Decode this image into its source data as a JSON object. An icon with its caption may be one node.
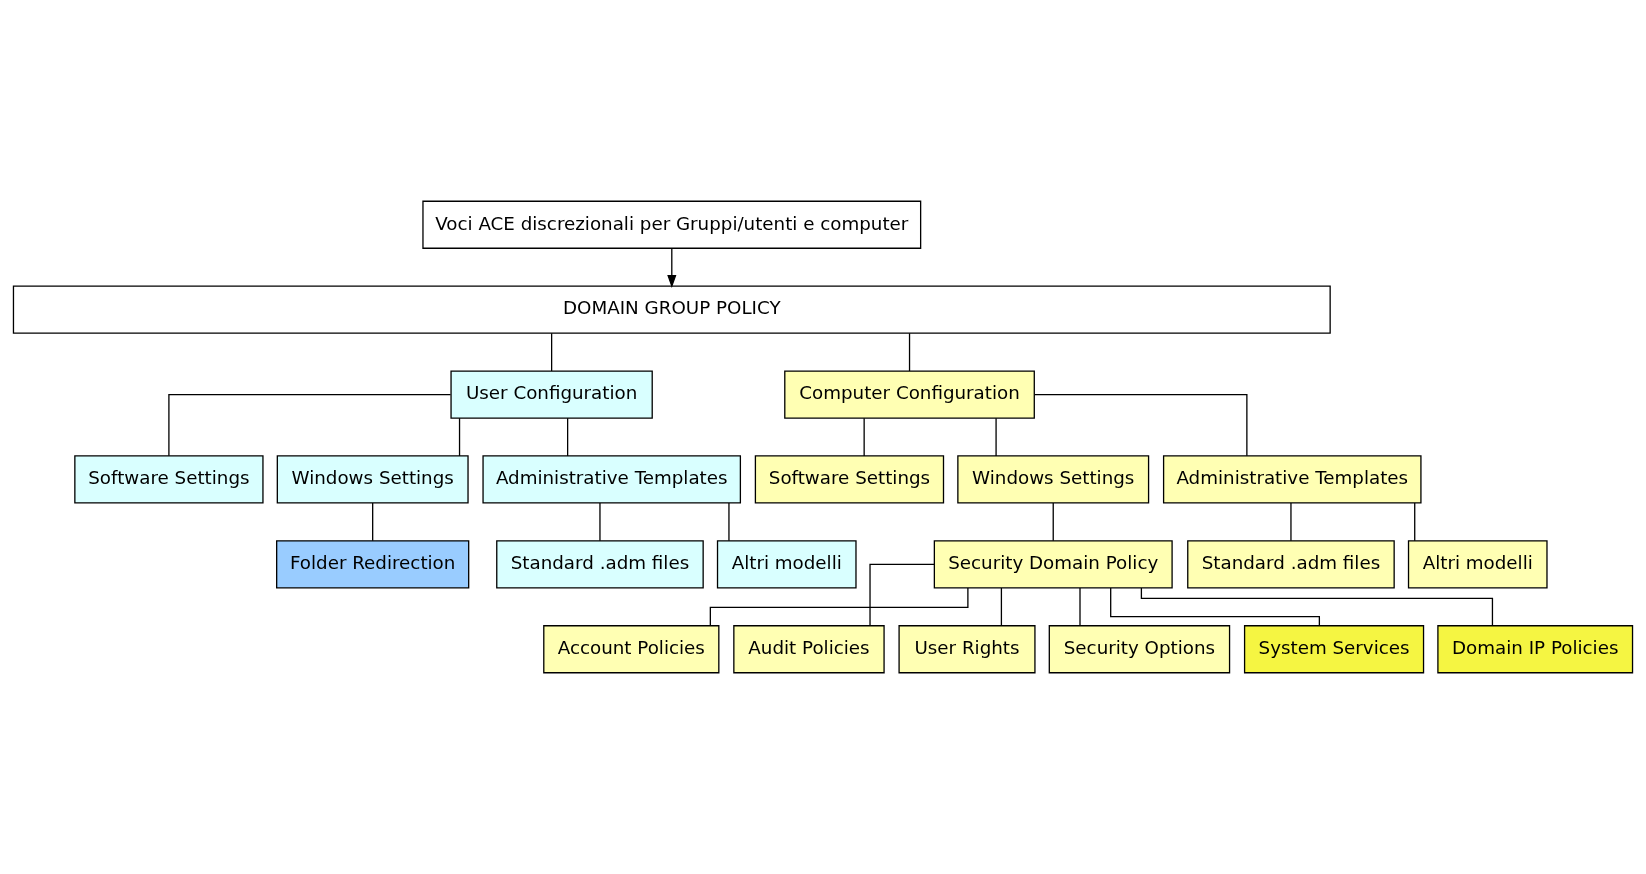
{
  "diagram": {
    "nodes": [
      {
        "text": [
          "Voci ACE discrezionali per Gruppi/utenti e computer"
        ]
      },
      {
        "text": [
          "DOMAIN GROUP POLICY"
        ]
      },
      {
        "text": [
          "User Configuration"
        ]
      },
      {
        "text": [
          "Computer Configuration"
        ]
      },
      {
        "text": [
          "Software Settings"
        ]
      },
      {
        "text": [
          "Windows Settings"
        ]
      },
      {
        "text": [
          "Administrative Templates"
        ]
      },
      {
        "text": [
          "Software Settings"
        ]
      },
      {
        "text": [
          "Windows Settings"
        ]
      },
      {
        "text": [
          "Administrative Templates"
        ]
      },
      {
        "text": [
          "Folder Redirection"
        ]
      },
      {
        "text": [
          "Standard .adm files"
        ]
      },
      {
        "text": [
          "Altri modelli"
        ]
      },
      {
        "text": [
          "Security Domain Policy"
        ]
      },
      {
        "text": [
          "Standard .adm files"
        ]
      },
      {
        "text": [
          "Altri modelli"
        ]
      },
      {
        "text": [
          "Account Policies"
        ]
      },
      {
        "text": [
          "Audit Policies"
        ]
      },
      {
        "text": [
          "User Rights"
        ]
      },
      {
        "text": [
          "Security Options"
        ]
      },
      {
        "text": [
          "System Services"
        ]
      },
      {
        "text": [
          "Domain IP Policies"
        ]
      }
    ],
    "edges": [
      {
        "from": 0,
        "to": 1,
        "arrow": "to"
      },
      {
        "from": 1,
        "to": 2,
        "arrow": "none"
      },
      {
        "from": 1,
        "to": 3,
        "arrow": "none"
      },
      {
        "from": 2,
        "to": 4,
        "arrow": "none"
      },
      {
        "from": 2,
        "to": 5,
        "arrow": "none"
      },
      {
        "from": 2,
        "to": 6,
        "arrow": "none"
      },
      {
        "from": 3,
        "to": 7,
        "arrow": "none"
      },
      {
        "from": 3,
        "to": 8,
        "arrow": "none"
      },
      {
        "from": 3,
        "to": 9,
        "arrow": "none"
      },
      {
        "from": 5,
        "to": 10,
        "arrow": "none"
      },
      {
        "from": 6,
        "to": 11,
        "arrow": "none"
      },
      {
        "from": 6,
        "to": 12,
        "arrow": "none"
      },
      {
        "from": 8,
        "to": 13,
        "arrow": "none"
      },
      {
        "from": 9,
        "to": 14,
        "arrow": "none"
      },
      {
        "from": 9,
        "to": 15,
        "arrow": "none"
      },
      {
        "from": 13,
        "to": 16,
        "arrow": "none"
      },
      {
        "from": 13,
        "to": 17,
        "arrow": "none"
      },
      {
        "from": 13,
        "to": 18,
        "arrow": "none"
      },
      {
        "from": 13,
        "to": 19,
        "arrow": "none"
      },
      {
        "from": 13,
        "to": 20,
        "arrow": "none"
      },
      {
        "from": 13,
        "to": 21,
        "arrow": "none"
      }
    ]
  }
}
